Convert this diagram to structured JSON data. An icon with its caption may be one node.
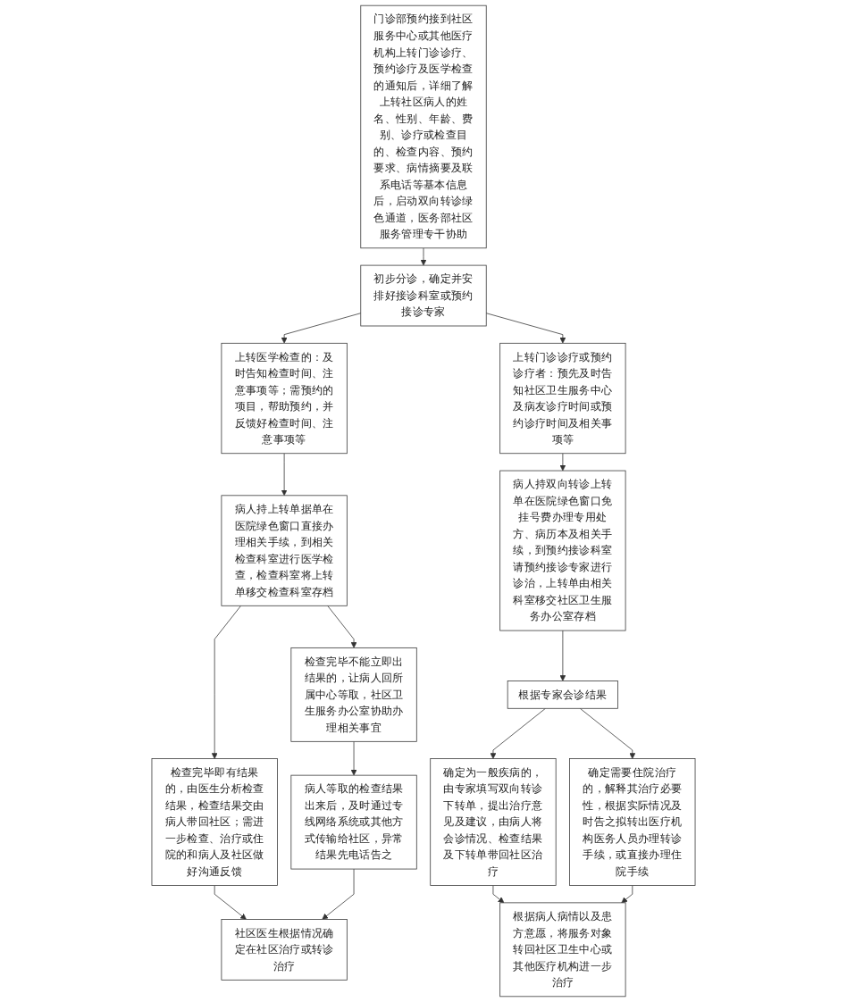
{
  "diagram": {
    "nodes": [
      {
        "text": [
          "门诊部预约接到社区服务中心或其他医疗机构上转门诊诊疗、预约诊疗及医学检查的通知后，详细了解上转社区病人的姓名、性别、年龄、费别、诊疗或检查目的、检查内容、预约要求、病情摘要及联系电话等基本信息后，启动双向转诊绿色通道，医务部社区服务管理专干协助"
        ]
      },
      {
        "text": [
          "初步分诊，确定并安排好接诊科室或预约接诊专家"
        ]
      },
      {
        "text": [
          "上转医学检查的：及时告知检查时间、注意事项等；需预约的项目，帮助预约，并反馈好检查时间、注意事项等"
        ]
      },
      {
        "text": [
          "上转门诊诊疗或预约诊疗者：预先及时告知社区卫生服务中心及病友诊疗时间或预约诊疗时间及相关事项等"
        ]
      },
      {
        "text": [
          "病人持上转单据单在医院绿色窗口直接办理相关手续，到相关检查科室进行医学检查，检查科室将上转单移交检查科室存档"
        ]
      },
      {
        "text": [
          "病人持双向转诊上转单在医院绿色窗口免挂号费办理专用处方、病历本及相关手续，到预约接诊科室请预约接诊专家进行诊治，上转单由相关科室移交社区卫生服务办公室存档"
        ]
      },
      {
        "text": [
          "检查完毕即有结果的，由医生分析检查结果，检查结果交由病人带回社区；需进一步检查、治疗或住院的和病人及社区做好沟通反馈"
        ]
      },
      {
        "text": [
          "检查完毕不能立即出结果的，让病人回所属中心等取，社区卫生服务办公室协助办理相关事宜"
        ]
      },
      {
        "text": [
          "根据专家会诊结果"
        ]
      },
      {
        "text": [
          "病人等取的检查结果出来后，及时通过专线网络系统或其他方式传输给社区，异常结果先电话告之"
        ]
      },
      {
        "text": [
          "确定为一般疾病的，由专家填写双向转诊下转单，提出治疗意见及建议，由病人将会诊情况、检查结果及下转单带回社区治疗"
        ]
      },
      {
        "text": [
          "确定需要住院治疗的，解释其治疗必要性，根据实际情况及时告之拟转出医疗机构医务人员办理转诊手续，或直接办理住院手续"
        ]
      },
      {
        "text": [
          "社区医生根据情况确定在社区治疗或转诊治疗"
        ]
      },
      {
        "text": [
          "根据病人病情以及患方意愿，将服务对象转回社区卫生中心或其他医疗机构进一步治疗"
        ]
      }
    ],
    "edges": [
      {
        "from": 0,
        "to": 1,
        "arrow": "to"
      },
      {
        "from": 1,
        "to": 2,
        "arrow": "to"
      },
      {
        "from": 1,
        "to": 3,
        "arrow": "to"
      },
      {
        "from": 2,
        "to": 4,
        "arrow": "to"
      },
      {
        "from": 3,
        "to": 5,
        "arrow": "to"
      },
      {
        "from": 4,
        "to": 6,
        "arrow": "to"
      },
      {
        "from": 4,
        "to": 7,
        "arrow": "to"
      },
      {
        "from": 5,
        "to": 8,
        "arrow": "to"
      },
      {
        "from": 7,
        "to": 9,
        "arrow": "to"
      },
      {
        "from": 8,
        "to": 10,
        "arrow": "to"
      },
      {
        "from": 8,
        "to": 11,
        "arrow": "to"
      },
      {
        "from": 6,
        "to": 12,
        "arrow": "to"
      },
      {
        "from": 9,
        "to": 12,
        "arrow": "to"
      },
      {
        "from": 10,
        "to": 13,
        "arrow": "to"
      },
      {
        "from": 11,
        "to": 13,
        "arrow": "to"
      }
    ]
  }
}
